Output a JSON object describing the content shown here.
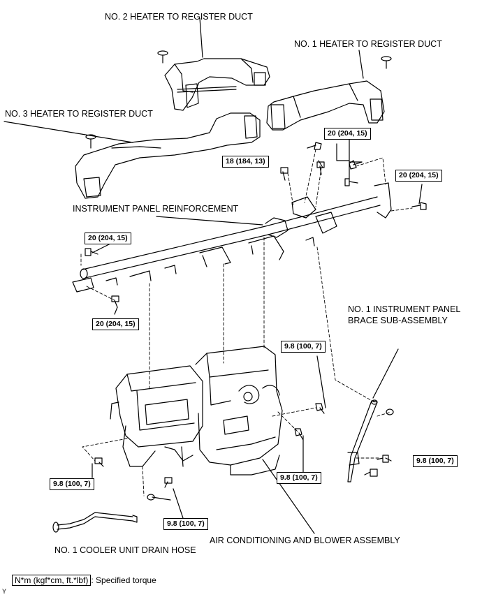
{
  "labels": {
    "no2_duct": "NO. 2 HEATER TO REGISTER DUCT",
    "no1_duct": "NO. 1 HEATER TO REGISTER DUCT",
    "no3_duct": "NO. 3 HEATER TO REGISTER DUCT",
    "reinforcement": "INSTRUMENT PANEL REINFORCEMENT",
    "brace_line1": "NO. 1 INSTRUMENT PANEL",
    "brace_line2": "BRACE SUB-ASSEMBLY",
    "ac_assembly": "AIR CONDITIONING AND BLOWER ASSEMBLY",
    "drain_hose": "NO. 1 COOLER UNIT DRAIN HOSE"
  },
  "torques": {
    "t20_top": "20 (204, 15)",
    "t18": "18 (184, 13)",
    "t20_right": "20 (204, 15)",
    "t20_left_upper": "20 (204, 15)",
    "t20_left_lower": "20 (204, 15)",
    "t98_mid": "9.8 (100, 7)",
    "t98_left": "9.8 (100, 7)",
    "t98_center": "9.8 (100, 7)",
    "t98_right": "9.8 (100, 7)",
    "t98_bottom": "9.8 (100, 7)"
  },
  "legend": {
    "unit": "N*m (kgf*cm, ft.*lbf)",
    "text": ": Specified torque"
  },
  "footer_mark": "Y"
}
